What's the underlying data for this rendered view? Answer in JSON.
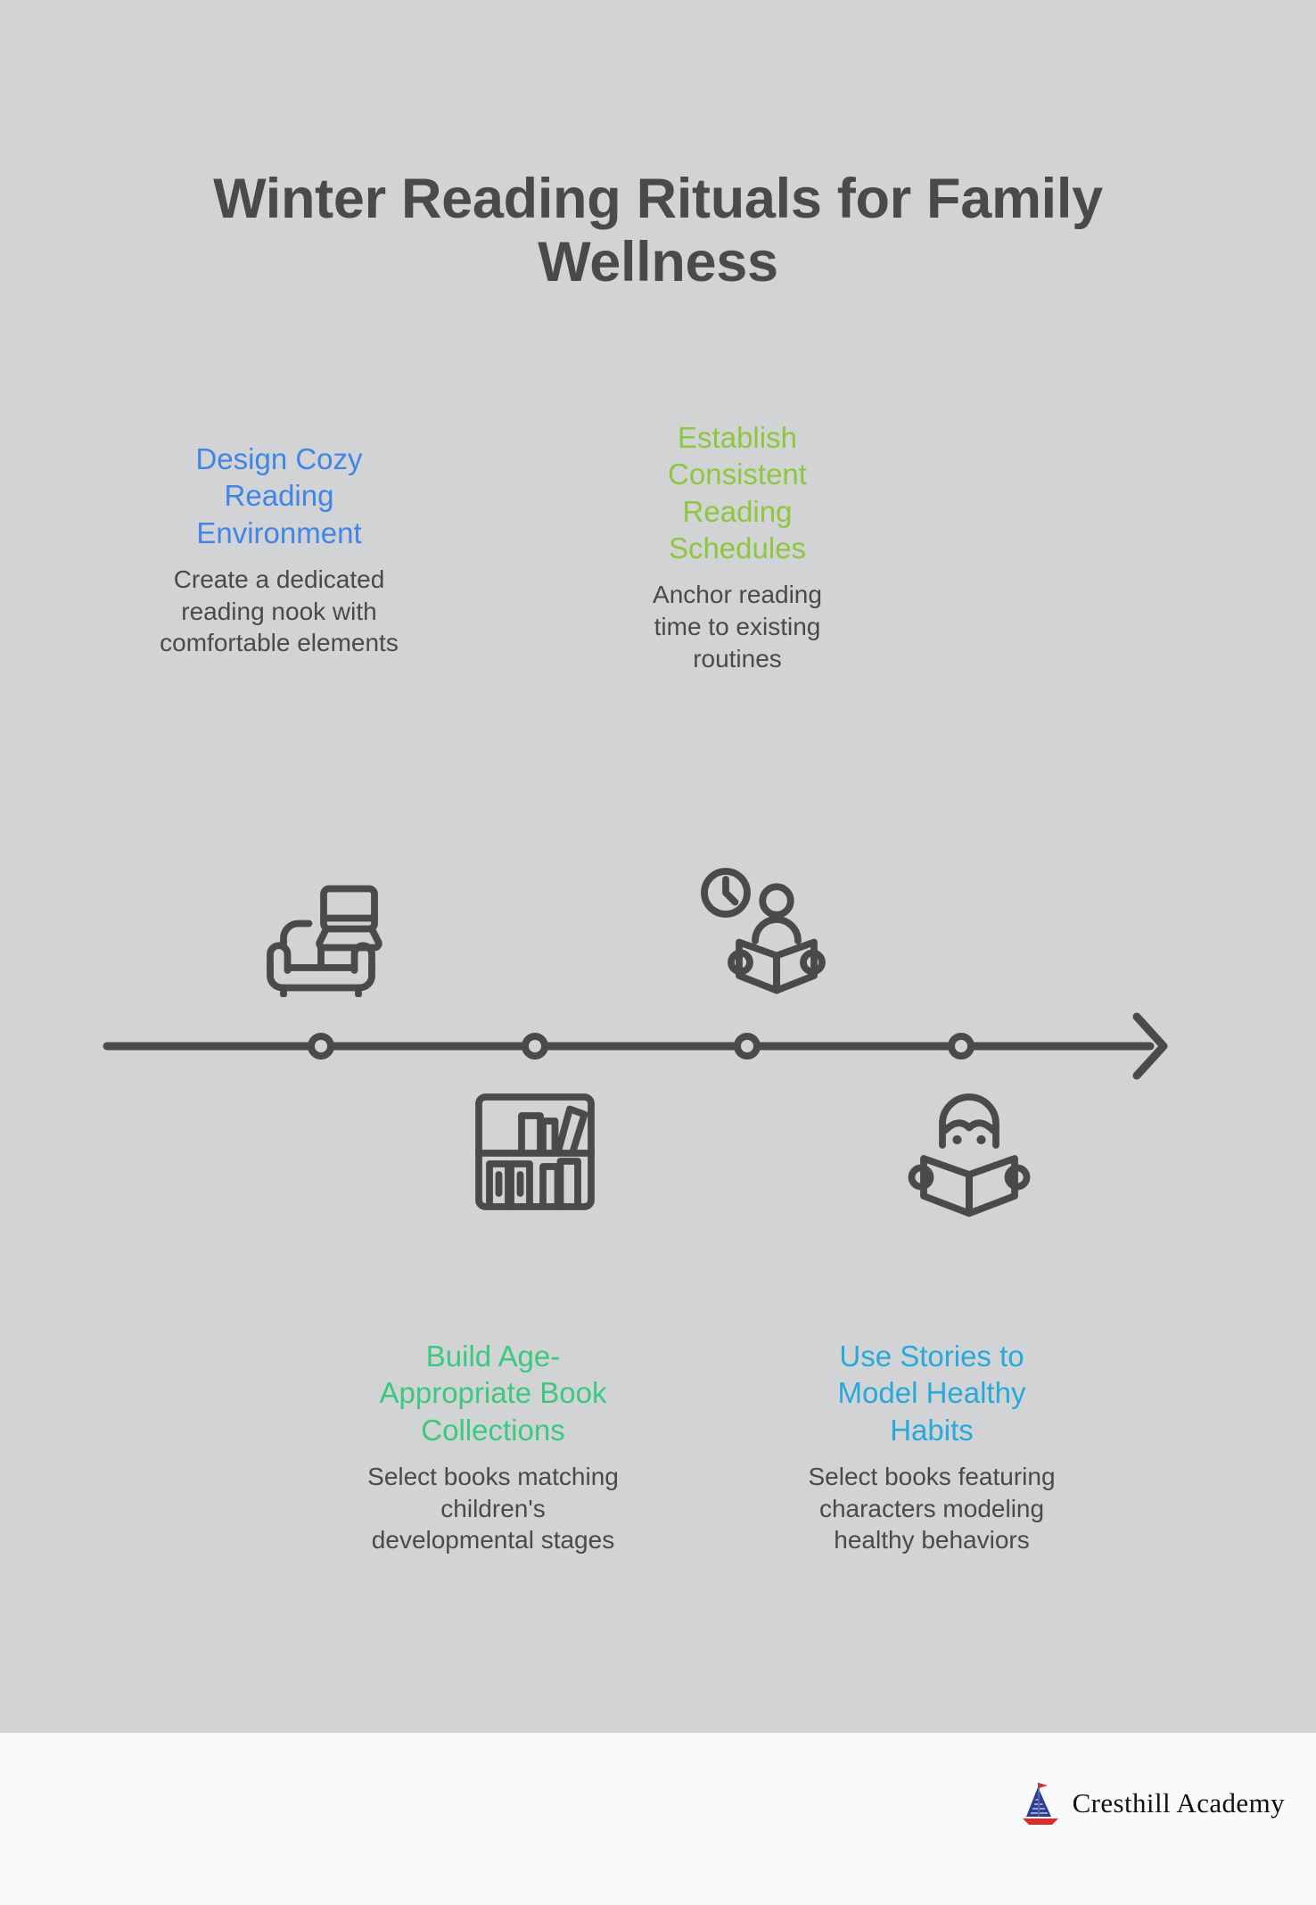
{
  "page": {
    "title": "Winter Reading Rituals for Family Wellness",
    "background_color": "#d2d3d4",
    "footer_background_color": "#f8fafc",
    "body_text_color": "#4a4a4a"
  },
  "steps": [
    {
      "position": "top-left",
      "heading": "Design Cozy Reading Environment",
      "heading_color": "#4285e8",
      "body": "Create a dedicated reading nook with comfortable elements",
      "icon": "sofa-laptop-icon"
    },
    {
      "position": "top-right",
      "heading": "Establish Consistent Reading Schedules",
      "heading_color": "#8dc63f",
      "body": "Anchor reading time to existing routines",
      "icon": "clock-person-reading-icon"
    },
    {
      "position": "bottom-left",
      "heading": "Build Age-Appropriate Book Collections",
      "heading_color": "#3cc97e",
      "body": "Select books matching children's developmental stages",
      "icon": "bookshelf-icon"
    },
    {
      "position": "bottom-right",
      "heading": "Use Stories to Model Healthy Habits",
      "heading_color": "#27a9db",
      "body": "Select books featuring characters modeling healthy behaviors",
      "icon": "person-reading-book-icon"
    }
  ],
  "timeline": {
    "marker_count": 4,
    "line_color": "#4a4a4a",
    "has_arrowhead": true
  },
  "footer": {
    "logo_name": "Cresthill Academy",
    "logo_icon": "sailboat-icon",
    "sail_color": "#2c3e8f",
    "hull_color": "#d93025",
    "flag_color": "#d93025"
  }
}
